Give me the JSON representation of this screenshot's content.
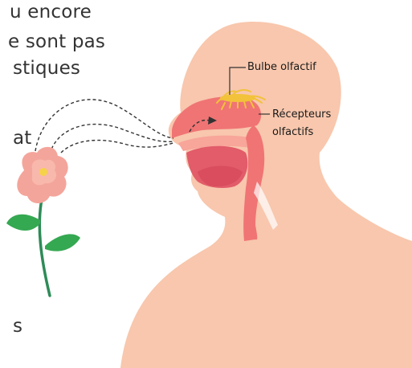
{
  "text_fragments": [
    "u encore",
    "e sont pas",
    "stiques",
    "at",
    "s"
  ],
  "labels": {
    "bulbe": "Bulbe olfactif",
    "recepteurs_line1": "Récepteurs",
    "recepteurs_line2": "olfactifs"
  },
  "colors": {
    "skin": "#f8c7ad",
    "nasal": "#f07474",
    "mouth": "#e25c6a",
    "nerve": "#f2c23a",
    "leaf": "#35a852",
    "stem": "#2e8b57",
    "petal": "#f4a59b",
    "petal_center": "#f6d24a",
    "airflow": "#333333"
  }
}
